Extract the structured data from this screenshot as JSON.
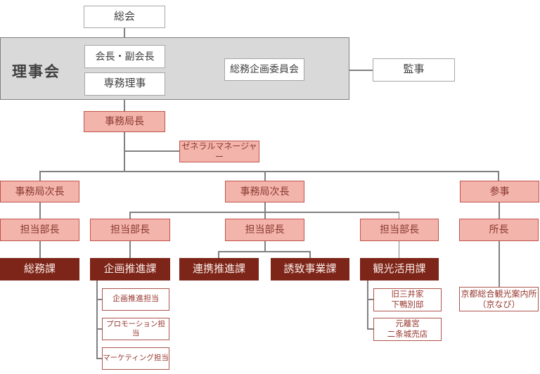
{
  "colors": {
    "pink_fill": "#f3b4ab",
    "pink_border": "#c1544c",
    "pink_text": "#8b3a32",
    "dark_red_fill": "#7d2518",
    "dark_red_text": "#fbedea",
    "panel_gray_fill": "#d9d9d9",
    "panel_gray_border": "#7f7f7f",
    "white_box_border": "#a6a6a6",
    "neutral_text": "#404040",
    "child_box_border": "#ad544c",
    "child_text": "#97372f",
    "connector_line": "#808080"
  },
  "nodes": {
    "general_meeting": {
      "label": "総会"
    },
    "board": {
      "label": "理事会"
    },
    "chairman": {
      "label": "会長・副会長"
    },
    "executive_director": {
      "label": "専務理事"
    },
    "committee": {
      "label": "総務企画委員会"
    },
    "auditor": {
      "label": "監事"
    },
    "secretary_general": {
      "label": "事務局長"
    },
    "general_manager": {
      "label": "ゼネラルマネージャー"
    },
    "deputy_sg_1": {
      "label": "事務局次長"
    },
    "deputy_sg_2": {
      "label": "事務局次長"
    },
    "counselor": {
      "label": "参事"
    },
    "dept_manager_1": {
      "label": "担当部長"
    },
    "dept_manager_2": {
      "label": "担当部長"
    },
    "dept_manager_3": {
      "label": "担当部長"
    },
    "dept_manager_4": {
      "label": "担当部長"
    },
    "office_director": {
      "label": "所長"
    },
    "general_affairs_section": {
      "label": "総務課"
    },
    "planning_promotion_section": {
      "label": "企画推進課"
    },
    "collaboration_promotion_section": {
      "label": "連携推進課"
    },
    "attraction_business_section": {
      "label": "誘致事業課"
    },
    "tourism_utilization_section": {
      "label": "観光活用課"
    },
    "planning_promotion_team": {
      "label": "企画推進担当"
    },
    "promotion_team": {
      "label": "プロモーション担当"
    },
    "marketing_team": {
      "label": "マーケティング担当"
    },
    "mitsui_villa": {
      "line1": "旧三井家",
      "line2": "下鴨別邸"
    },
    "nijo_castle_shop": {
      "line1": "元離宮",
      "line2": "二条城売店"
    },
    "kyonavi": {
      "line1": "京都総合観光案内所",
      "line2": "（京なび）"
    }
  }
}
